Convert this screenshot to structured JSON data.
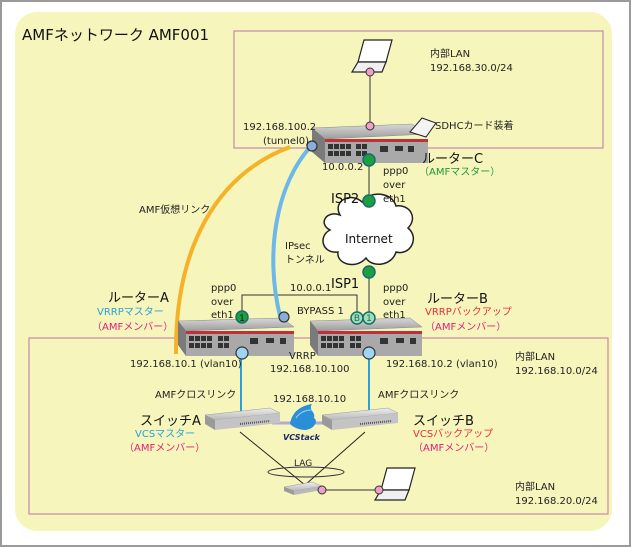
{
  "title": "AMFネットワーク AMF001",
  "colors": {
    "background": "#f6f5bc",
    "lan_box": "#c48aa8",
    "amf_virtual_link": "#f5b228",
    "ipsec_tunnel": "#6cb8e8",
    "port_green": "#1aa040",
    "port_blue": "#8aaedc",
    "port_lightblue": "#9fd4f2",
    "port_pink": "#f0a0c8"
  },
  "lan_top": {
    "label": "内部LAN",
    "subnet": "192.168.30.0/24"
  },
  "lan_mid": {
    "label": "内部LAN",
    "subnet": "192.168.10.0/24"
  },
  "lan_bottom": {
    "label": "内部LAN",
    "subnet": "192.168.20.0/24"
  },
  "sdhc_label": "SDHCカード装着",
  "router_c": {
    "name": "ルーターC",
    "role": "（AMFマスター）",
    "tunnel_ip": "192.168.100.2",
    "tunnel_if": "(tunnel0)",
    "wan_ip": "10.0.0.2",
    "ppp": [
      "ppp0",
      "over",
      "eth1"
    ]
  },
  "isp2": "ISP2",
  "isp1": "ISP1",
  "internet": "Internet",
  "router_a": {
    "name": "ルーターA",
    "vrrp_role": "VRRPマスター",
    "amf_role": "（AMFメンバー）",
    "ppp": [
      "ppp0",
      "over",
      "eth1"
    ],
    "lan_ip": "192.168.10.1 (vlan10)",
    "port_label": "1"
  },
  "router_b": {
    "name": "ルーターB",
    "vrrp_role": "VRRPバックアップ",
    "amf_role": "（AMFメンバー）",
    "ppp": [
      "ppp0",
      "over",
      "eth1"
    ],
    "lan_ip": "192.168.10.2 (vlan10)",
    "bypass_label": "BYPASS 1",
    "port_b": "B",
    "port_1": "1"
  },
  "wan_ip_a": "10.0.0.1",
  "amf_virtual_link": "AMF仮想リンク",
  "ipsec": [
    "IPsec",
    "トンネル"
  ],
  "vrrp": {
    "label": "VRRP",
    "ip": "192.168.10.100"
  },
  "cross_link_a": "AMFクロスリンク",
  "cross_link_b": "AMFクロスリンク",
  "vcs_ip": "192.168.10.10",
  "vcs_logo": "VCStack",
  "switch_a": {
    "name": "スイッチA",
    "vcs_role": "VCSマスター",
    "amf_role": "（AMFメンバー）"
  },
  "switch_b": {
    "name": "スイッチB",
    "vcs_role": "VCSバックアップ",
    "amf_role": "（AMFメンバー）"
  },
  "lag": "LAG"
}
